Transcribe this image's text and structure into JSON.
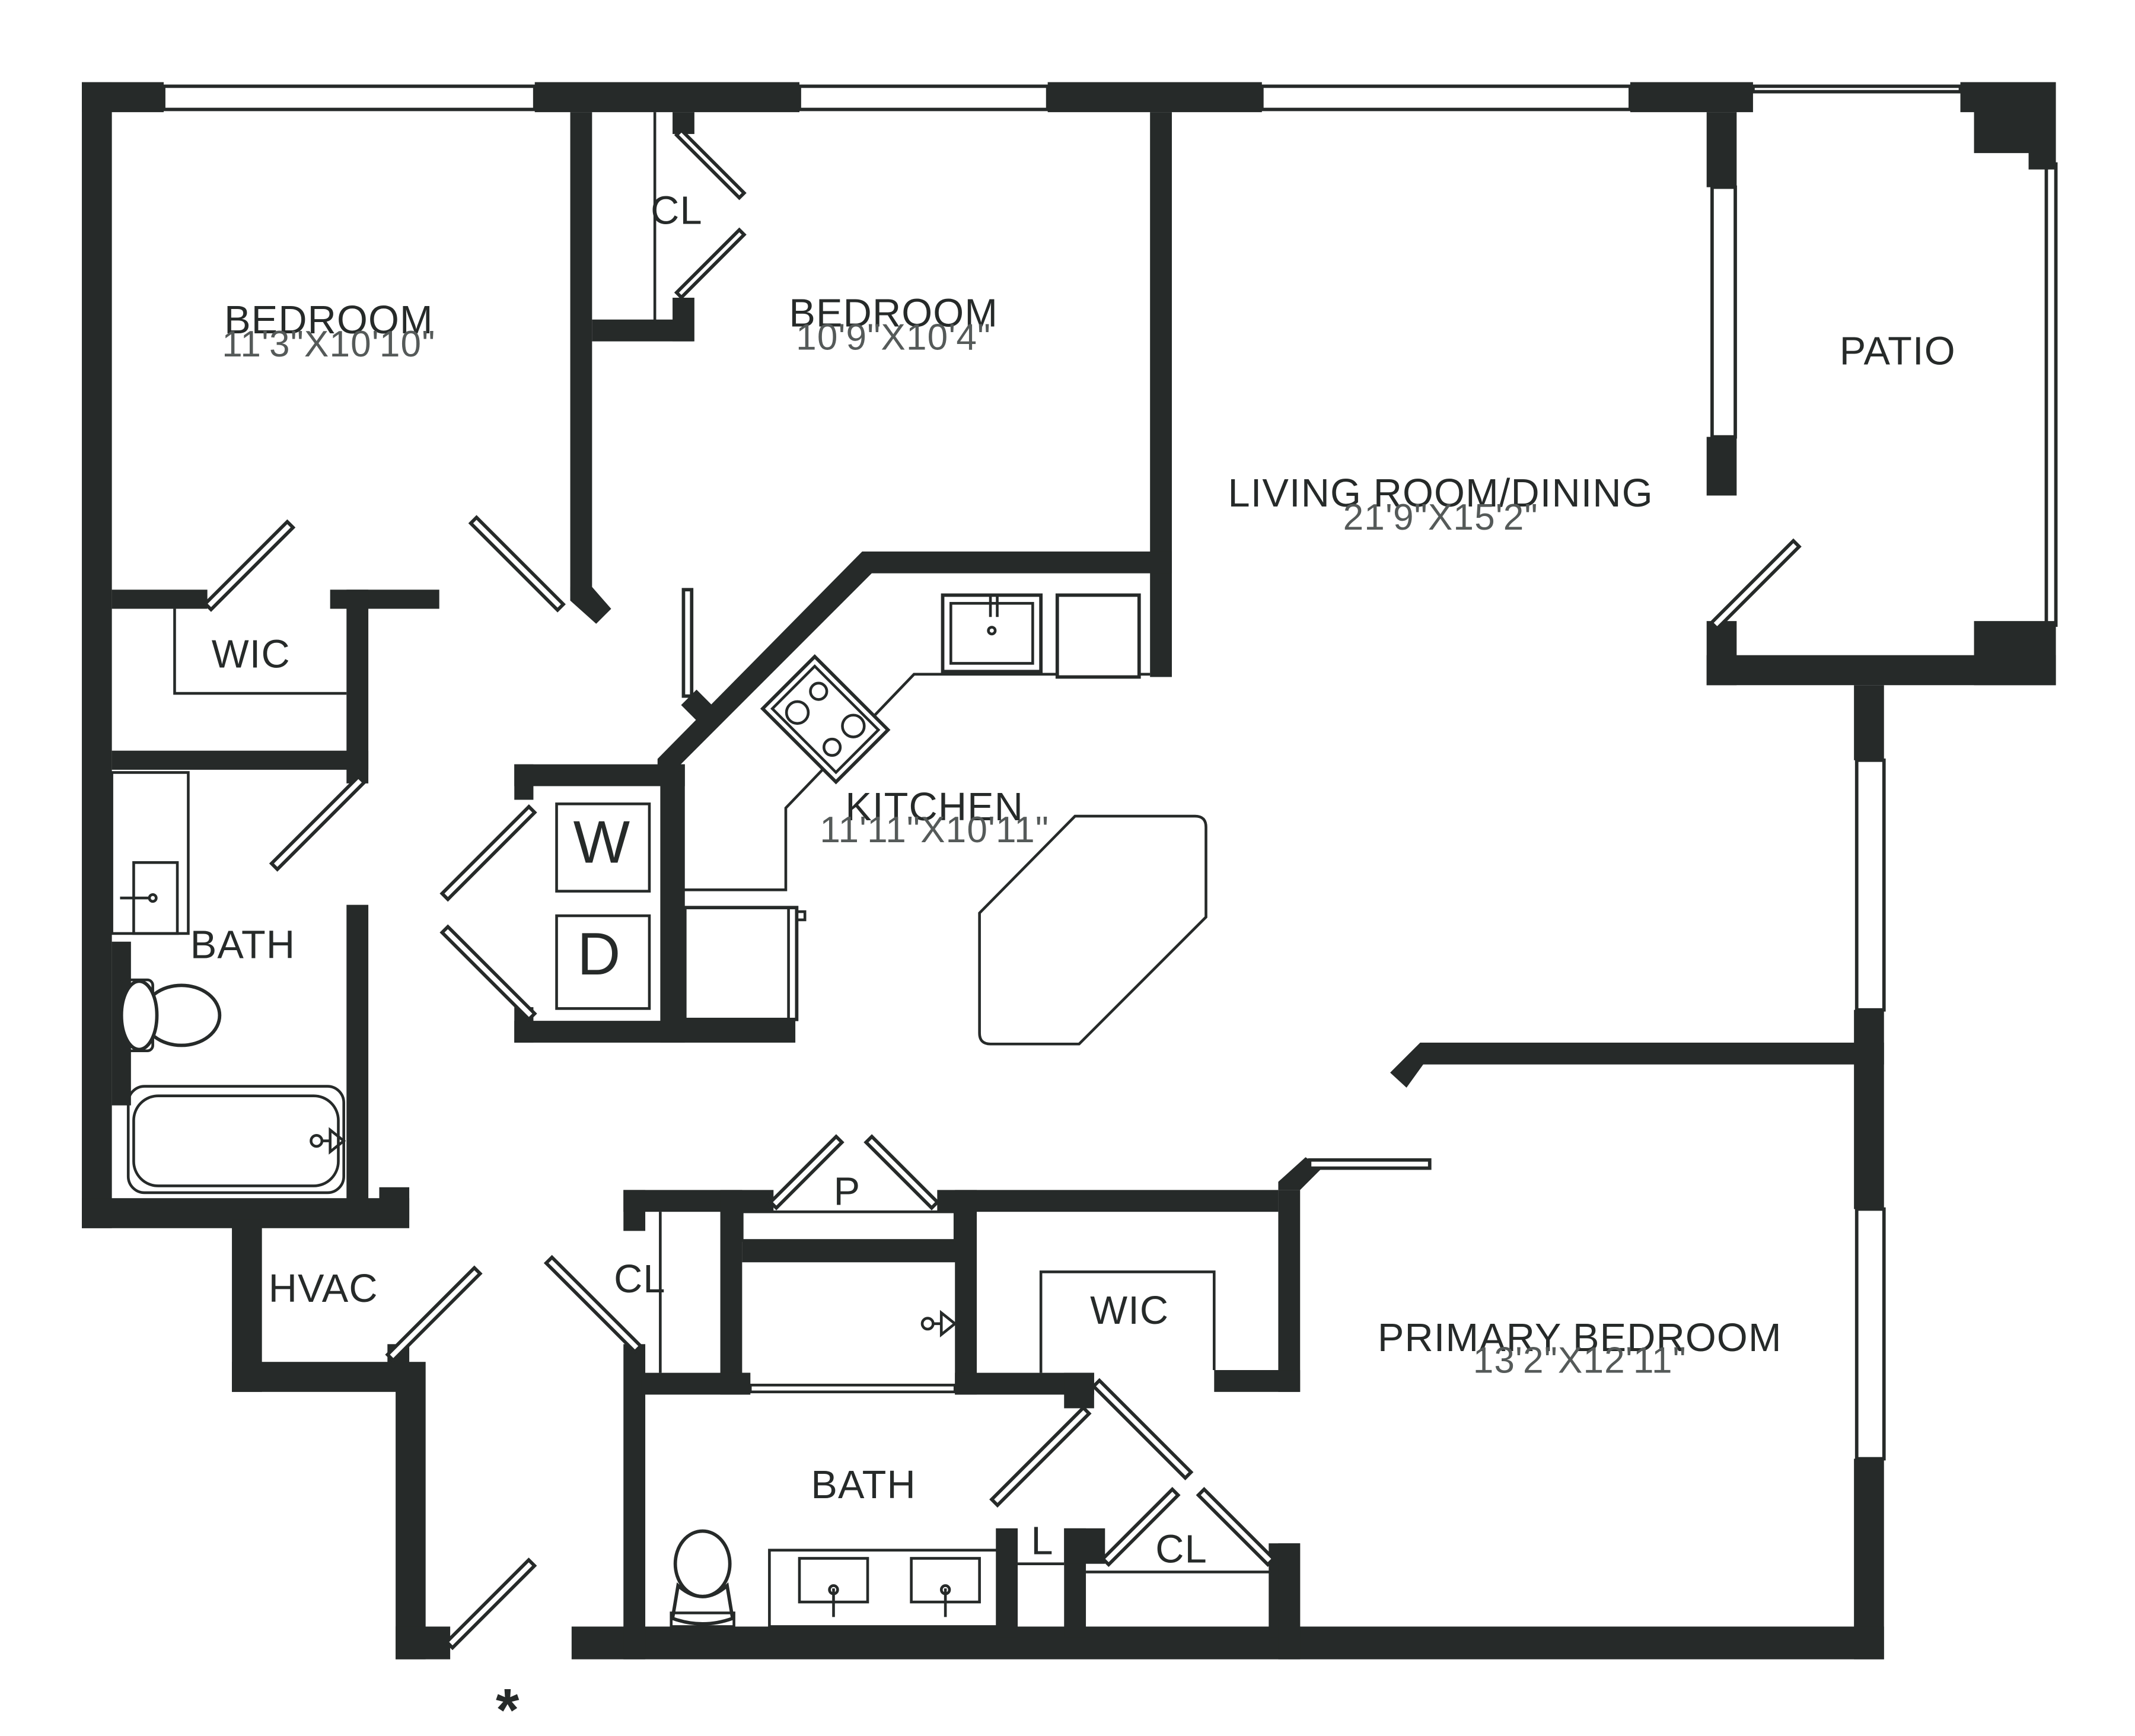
{
  "rooms": {
    "bedroom_1": {
      "name": "BEDROOM",
      "dims": "11'3\"X10'10\""
    },
    "bedroom_2": {
      "name": "BEDROOM",
      "dims": "10'9\"X10'4\""
    },
    "living_dining": {
      "name": "LIVING ROOM/DINING",
      "dims": "21'9\"X15'2\""
    },
    "patio": {
      "name": "PATIO"
    },
    "kitchen": {
      "name": "KITCHEN",
      "dims": "11'11\"X10'11\""
    },
    "primary_bedroom": {
      "name": "PRIMARY BEDROOM",
      "dims": "13'2\"X12'11\""
    },
    "bath_1": {
      "name": "BATH"
    },
    "bath_2": {
      "name": "BATH"
    },
    "wic_1": {
      "name": "WIC"
    },
    "wic_2": {
      "name": "WIC"
    },
    "closet_bedroom": {
      "name": "CL"
    },
    "closet_hall": {
      "name": "CL"
    },
    "closet_primary": {
      "name": "CL"
    },
    "hvac": {
      "name": "HVAC"
    },
    "pantry": {
      "name": "P"
    },
    "linen": {
      "name": "L"
    }
  },
  "appliances": {
    "washer": "W",
    "dryer": "D"
  },
  "entry_marker": "*",
  "colors": {
    "wall": "#262a29",
    "background": "#ffffff"
  }
}
